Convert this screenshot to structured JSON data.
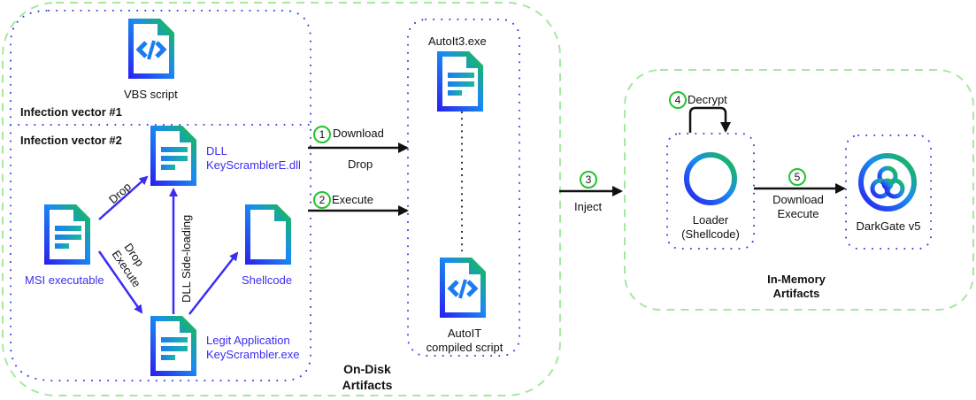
{
  "colors": {
    "region_border": "#a6e8a0",
    "group_border": "#3a3ae8",
    "step_circle": "#22c42e",
    "arrow_blue": "#3b2ef0",
    "arrow_black": "#111111",
    "icon_gradient": [
      "#2a1cf0",
      "#1a8cf0",
      "#18c43a"
    ]
  },
  "regions": {
    "on_disk": {
      "label_line1": "On-Disk",
      "label_line2": "Artifacts"
    },
    "in_memory": {
      "label_line1": "In-Memory",
      "label_line2": "Artifacts"
    }
  },
  "groups": {
    "vector1": {
      "label": "Infection vector #1"
    },
    "vector2": {
      "label": "Infection vector #2"
    }
  },
  "nodes": {
    "vbs": {
      "label": "VBS script",
      "icon": "code-file-icon"
    },
    "dll": {
      "label_line1": "DLL",
      "label_line2": "KeyScramblerE.dll",
      "icon": "document-icon"
    },
    "msi": {
      "label": "MSI executable",
      "icon": "document-icon"
    },
    "shellcode": {
      "label": "Shellcode",
      "icon": "blank-file-icon"
    },
    "legit": {
      "label_line1": "Legit Application",
      "label_line2": "KeyScrambler.exe",
      "icon": "document-icon"
    },
    "autoit_exe": {
      "label": "AutoIt3.exe",
      "icon": "document-icon"
    },
    "autoit_script": {
      "label_line1": "AutoIT",
      "label_line2": "compiled script",
      "icon": "code-file-icon"
    },
    "loader": {
      "label_line1": "Loader",
      "label_line2": "(Shellcode)",
      "icon": "loading-spinner-icon"
    },
    "darkgate": {
      "label": "DarkGate v5",
      "icon": "biohazard-icon"
    }
  },
  "edges": {
    "msi_to_dll": {
      "label": "Drop"
    },
    "msi_to_legit": {
      "label_line1": "Drop",
      "label_line2": "Execute"
    },
    "legit_to_dll": {
      "label": "DLL Side-loading"
    },
    "step1": {
      "number": "1",
      "label": "Download",
      "sublabel": "Drop"
    },
    "step2": {
      "number": "2",
      "label": "Execute"
    },
    "step3": {
      "number": "3",
      "label": "Inject"
    },
    "step4": {
      "number": "4",
      "label": "Decrypt"
    },
    "step5": {
      "number": "5",
      "label_line1": "Download",
      "label_line2": "Execute"
    }
  }
}
